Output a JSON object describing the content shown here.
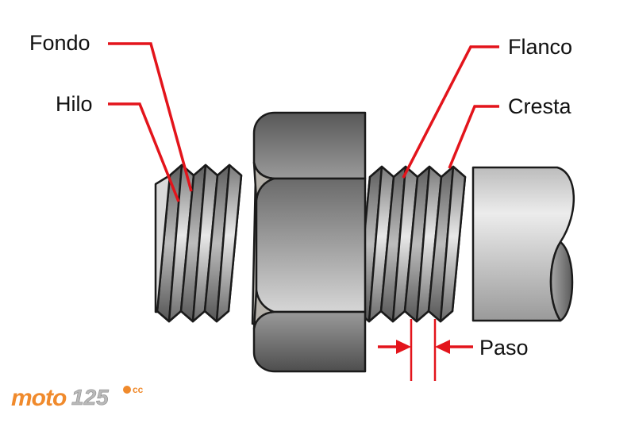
{
  "diagram": {
    "title": "Partes de una rosca",
    "labels": {
      "fondo": "Fondo",
      "hilo": "Hilo",
      "flanco": "Flanco",
      "cresta": "Cresta",
      "paso": "Paso"
    },
    "components": [
      "bolt-thread-left",
      "hex-nut",
      "bolt-thread-right",
      "bolt-shank"
    ],
    "colors": {
      "leader": "#e3141b",
      "outline": "#1a1a1a",
      "metal_light": "#e6e6e6",
      "metal_dark": "#6b6b6b",
      "nut_dark": "#5f5f5f",
      "nut_light": "#c8c8c8"
    }
  },
  "watermark": {
    "brand": "moto",
    "number": "125",
    "suffix": "cc",
    "colors": {
      "brand": "#f08a2c",
      "number": "#b9b9b9"
    }
  }
}
